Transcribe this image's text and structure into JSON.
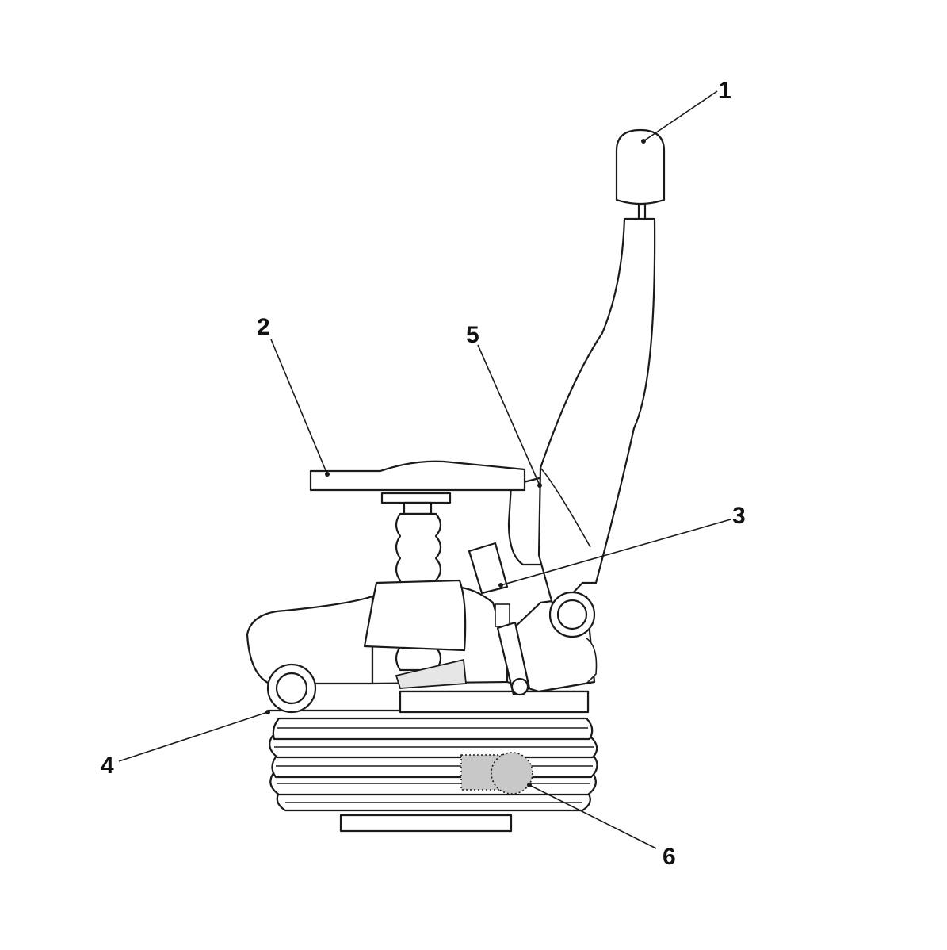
{
  "callouts": {
    "c1": "1",
    "c2": "2",
    "c3": "3",
    "c4": "4",
    "c5": "5",
    "c6": "6"
  },
  "colors": {
    "line": "#1a1a1a",
    "fill": "#ffffff",
    "shade": "#e6e6e6",
    "component_fill": "#c8c8c8"
  }
}
